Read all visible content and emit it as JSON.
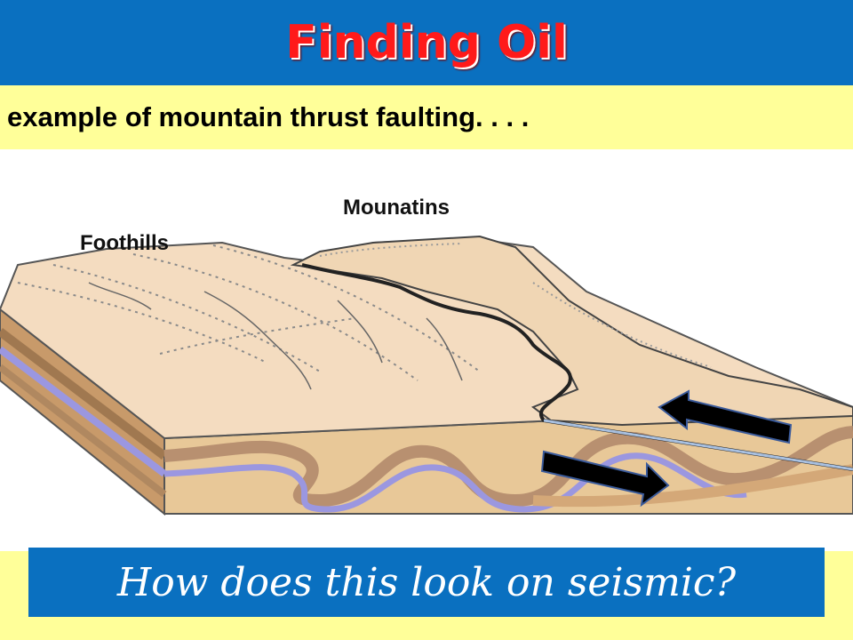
{
  "slide": {
    "title": "Finding Oil",
    "subtitle": "example of mountain thrust faulting. . . .",
    "question": "How does this look on seismic?"
  },
  "diagram": {
    "labels": {
      "mountains": "Mounatins",
      "foothills": "Foothills"
    }
  },
  "colors": {
    "title_bar": "#0a70c0",
    "title_text": "#ff1a1a",
    "subtitle_bar": "#ffff99",
    "question_box": "#0a70c0",
    "question_text": "#ffffff",
    "arrow_fill": "#000000",
    "arrow_outline": "#3a5a9a"
  }
}
